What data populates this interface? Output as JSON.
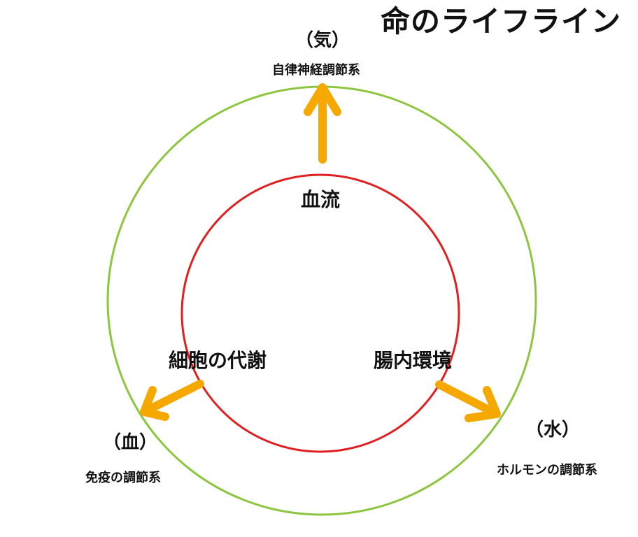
{
  "title": "命のライフライン",
  "colors": {
    "outer_circle": "#8cc63e",
    "inner_circle": "#e02020",
    "arrow": "#f5a800"
  },
  "top": {
    "element": "（気）",
    "system": "自律神経調節系"
  },
  "left": {
    "element": "（血）",
    "system": "免疫の調節系"
  },
  "right": {
    "element": "（水）",
    "system": "ホルモンの調節系"
  },
  "inner": {
    "top": "血流",
    "left": "細胞の代謝",
    "right": "腸内環境"
  }
}
